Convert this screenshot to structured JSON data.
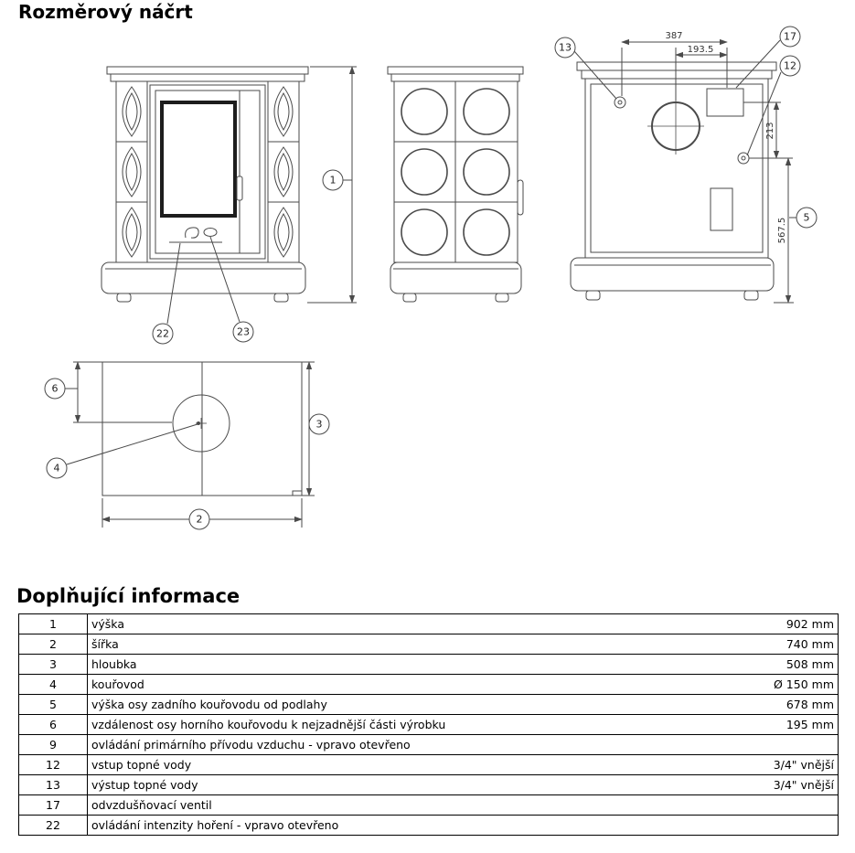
{
  "page": {
    "title": "Rozměrový náčrt",
    "section_title": "Doplňující informace"
  },
  "drawing": {
    "callouts": {
      "c1": "1",
      "c22": "22",
      "c23": "23",
      "c13": "13",
      "c17": "17",
      "c12": "12",
      "c5": "5",
      "c6": "6",
      "c3": "3",
      "c4": "4",
      "c2": "2"
    },
    "dimensions": {
      "d387": "387",
      "d193_5": "193.5",
      "d213": "213",
      "d567_5": "567.5"
    }
  },
  "table": {
    "rows": [
      {
        "num": "1",
        "label": "výška",
        "value": "902 mm"
      },
      {
        "num": "2",
        "label": "šířka",
        "value": "740 mm"
      },
      {
        "num": "3",
        "label": "hloubka",
        "value": "508 mm"
      },
      {
        "num": "4",
        "label": "kouřovod",
        "value": "Ø 150 mm"
      },
      {
        "num": "5",
        "label": "výška osy zadního kouřovodu od podlahy",
        "value": "678 mm"
      },
      {
        "num": "6",
        "label": "vzdálenost osy horního kouřovodu k nejzadnější části výrobku",
        "value": "195 mm"
      },
      {
        "num": "9",
        "label": "ovládání primárního přívodu vzduchu - vpravo otevřeno",
        "value": ""
      },
      {
        "num": "12",
        "label": "vstup topné vody",
        "value": "3/4\" vnější"
      },
      {
        "num": "13",
        "label": "výstup topné vody",
        "value": "3/4\" vnější"
      },
      {
        "num": "17",
        "label": "odvzdušňovací ventil",
        "value": ""
      },
      {
        "num": "22",
        "label": "ovládání intenzity hoření - vpravo otevřeno",
        "value": ""
      }
    ]
  }
}
